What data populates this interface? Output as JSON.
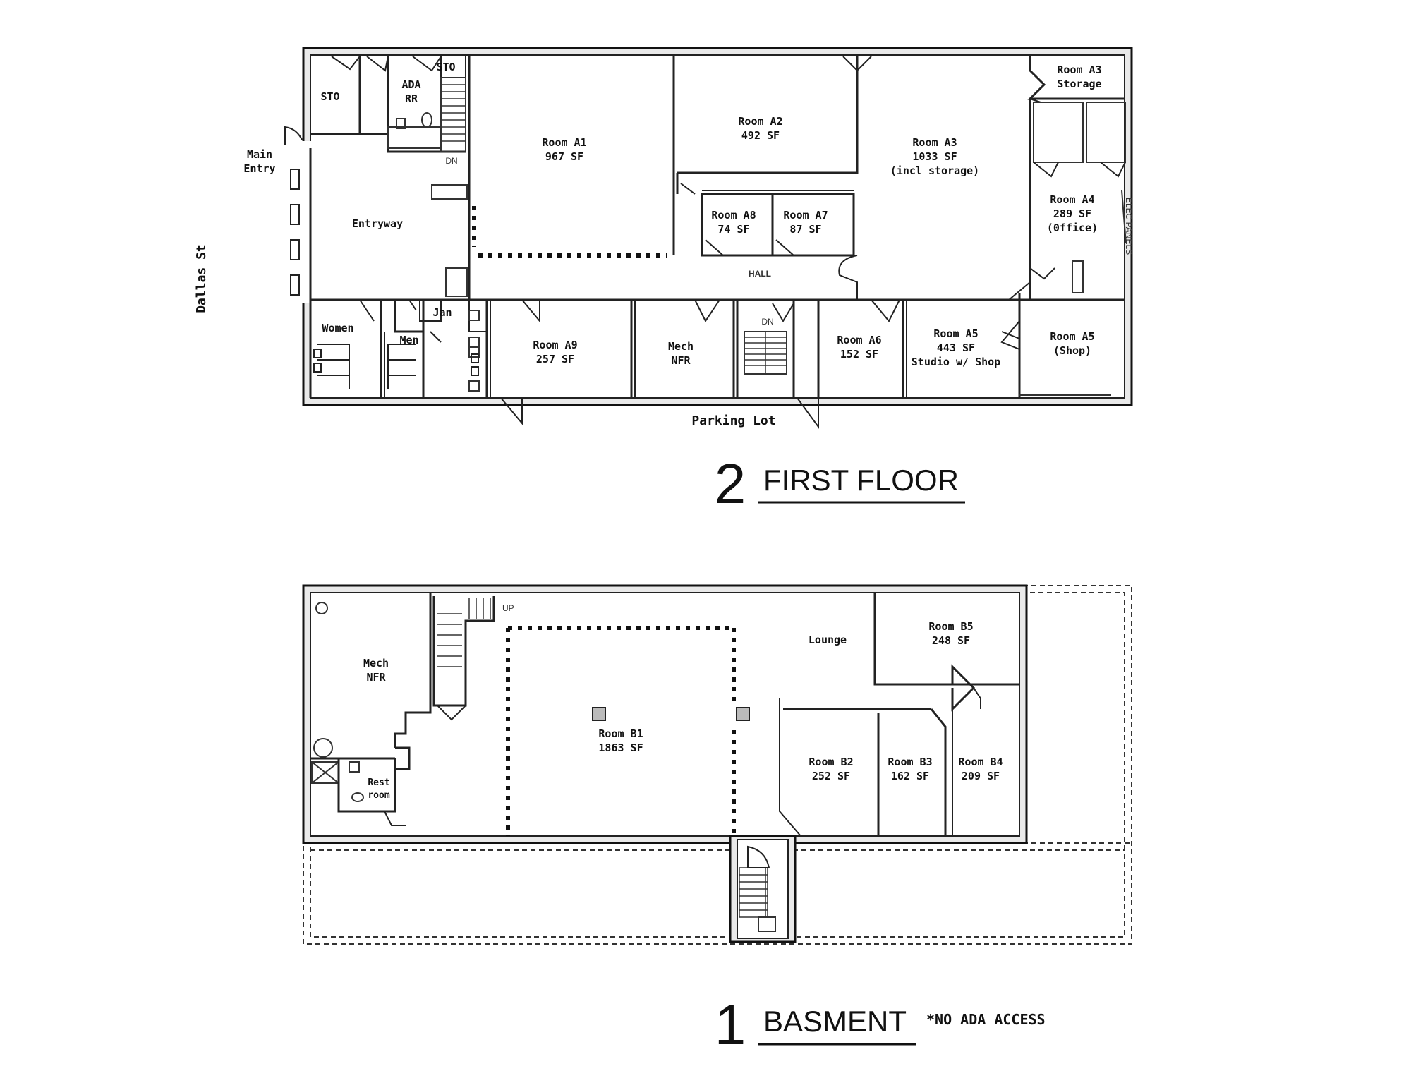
{
  "street_label": "Dallas St",
  "parking_label": "Parking Lot",
  "hall_label": "HALL",
  "first_floor": {
    "number": "2",
    "title": "FIRST FLOOR",
    "rooms": {
      "sto_left": "STO",
      "sto_top": "STO",
      "ada_rr": [
        "ADA",
        "RR"
      ],
      "main_entry": [
        "Main",
        "Entry"
      ],
      "entryway": "Entryway",
      "a1": [
        "Room A1",
        "967 SF"
      ],
      "a2": [
        "Room A2",
        "492 SF"
      ],
      "a3": [
        "Room A3",
        "1033 SF",
        "(incl storage)"
      ],
      "a3_storage": [
        "Room A3",
        "Storage"
      ],
      "a4": [
        "Room A4",
        "289 SF",
        "(0ffice)"
      ],
      "a8": [
        "Room A8",
        "74 SF"
      ],
      "a7": [
        "Room A7",
        "87 SF"
      ],
      "women": "Women",
      "men": "Men",
      "jan": "Jan",
      "a9": [
        "Room A9",
        "257 SF"
      ],
      "mech": [
        "Mech",
        "NFR"
      ],
      "a6": [
        "Room A6",
        "152 SF"
      ],
      "a5_studio": [
        "Room A5",
        "443 SF",
        "Studio w/ Shop"
      ],
      "a5_shop": [
        "Room A5",
        "(Shop)"
      ]
    },
    "dn_labels": [
      "DN",
      "DN"
    ],
    "elec_label": "ELEC PANELS"
  },
  "basement": {
    "number": "1",
    "title": "BASMENT",
    "note": "*NO ADA ACCESS",
    "up_label": "UP",
    "rooms": {
      "mech": [
        "Mech",
        "NFR"
      ],
      "restroom": [
        "Rest",
        "room"
      ],
      "b1": [
        "Room B1",
        "1863 SF"
      ],
      "lounge": "Lounge",
      "b5": [
        "Room B5",
        "248 SF"
      ],
      "b2": [
        "Room B2",
        "252 SF"
      ],
      "b3": [
        "Room B3",
        "162 SF"
      ],
      "b4": [
        "Room B4",
        "209 SF"
      ]
    }
  }
}
